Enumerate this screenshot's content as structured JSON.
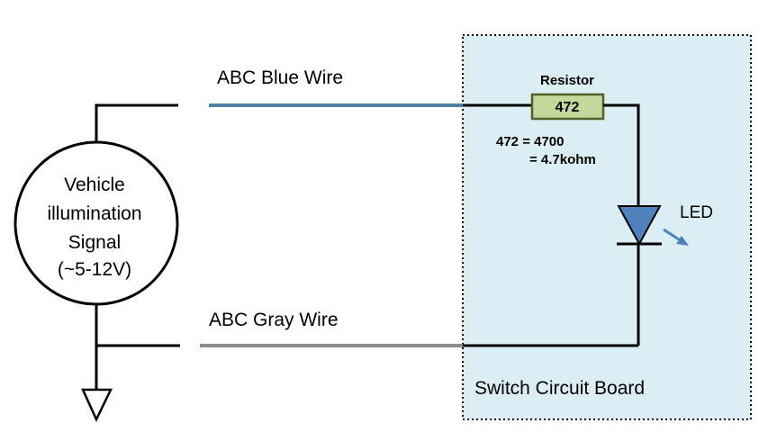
{
  "source": {
    "line1": "Vehicle",
    "line2": "illumination",
    "line3": "Signal",
    "line4": "(~5-12V)"
  },
  "wires": {
    "blue_label": "ABC Blue Wire",
    "gray_label": "ABC Gray Wire"
  },
  "board": {
    "label": "Switch Circuit Board"
  },
  "resistor": {
    "title": "Resistor",
    "code": "472",
    "note_line1": "472 = 4700",
    "note_line2": "= 4.7kohm"
  },
  "led": {
    "label": "LED"
  },
  "colors": {
    "board_fill": "#dbeef4",
    "blue_wire": "#4f81a7",
    "gray_wire": "#8c8c8c",
    "resistor_fill": "#c3d69b",
    "resistor_stroke": "#4f6228",
    "led_fill": "#4f81bd",
    "arrow": "#4f81bd"
  }
}
